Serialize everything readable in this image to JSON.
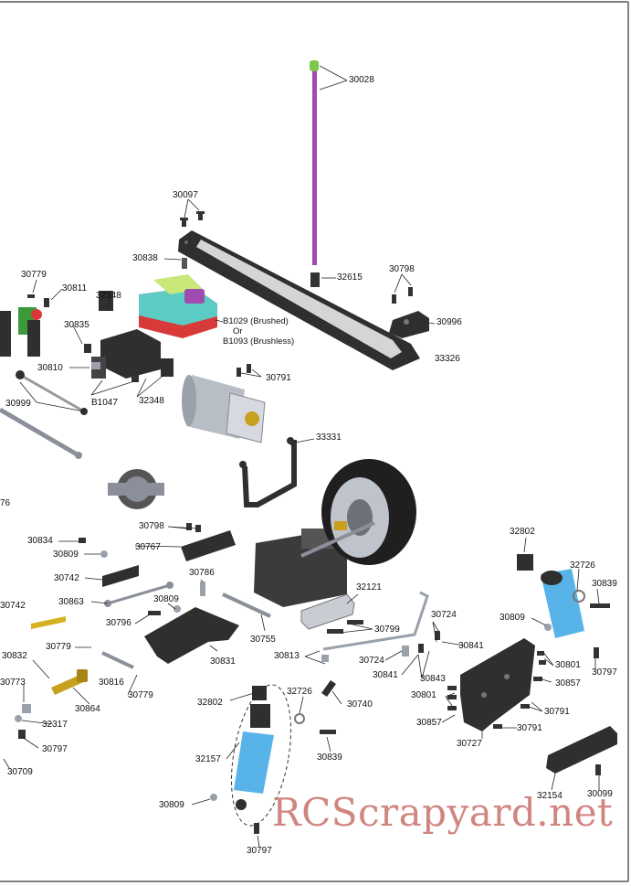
{
  "parts": {
    "p30028": "30028",
    "p30097": "30097",
    "p30838": "30838",
    "p32615": "32615",
    "p30798a": "30798",
    "p30996": "30996",
    "p33326": "33326",
    "p30779a": "30779",
    "p30811": "30811",
    "p32348a": "32348",
    "b1029": "B1029 (Brushed)",
    "or_text": "Or",
    "b1093": "B1093 (Brushless)",
    "p30835": "30835",
    "p30810": "30810",
    "p30999": "30999",
    "b1047": "B1047",
    "p32348b": "32348",
    "p30791a": "30791",
    "p33331": "33331",
    "p76": "76",
    "p30834": "30834",
    "p30798b": "30798",
    "p30809a": "30809",
    "p30767": "30767",
    "p30742a": "30742",
    "p30786": "30786",
    "p30863": "30863",
    "p30809b": "30809",
    "p30742b": "30742",
    "p30796": "30796",
    "p32121": "32121",
    "p30799": "30799",
    "p30755": "30755",
    "p30724a": "30724",
    "p30841a": "30841",
    "p30779b": "30779",
    "p30831": "30831",
    "p30813": "30813",
    "p30724b": "30724",
    "p30841b": "30841",
    "p30843": "30843",
    "p30832": "30832",
    "p30816": "30816",
    "p30779c": "30779",
    "p30773": "30773",
    "p30864": "30864",
    "p32802a": "32802",
    "p32726a": "32726",
    "p30740": "30740",
    "p30801a": "30801",
    "p30857a": "30857",
    "p30791b": "30791",
    "p30857b": "30857",
    "p30791c": "30791",
    "p32317": "32317",
    "p30797a": "30797",
    "p30839a": "30839",
    "p30727": "30727",
    "p30709": "30709",
    "p32157": "32157",
    "p30809c": "30809",
    "p30797b": "30797",
    "p32802b": "32802",
    "p32726b": "32726",
    "p30839b": "30839",
    "p30809d": "30809",
    "p30797c": "30797",
    "p30801b": "30801",
    "p32154": "32154",
    "p30099": "30099"
  },
  "watermark": "RCScrapyard.net",
  "colors": {
    "antenna": "#a04bb0",
    "antenna_tip": "#7cc84a",
    "chassis": "#2f2f2f",
    "shock_spring": "#58b4e8",
    "esc_top": "#5ccbc4",
    "esc_red": "#d83a3a",
    "gold": "#c8a020",
    "watermark": "#c8706a"
  }
}
